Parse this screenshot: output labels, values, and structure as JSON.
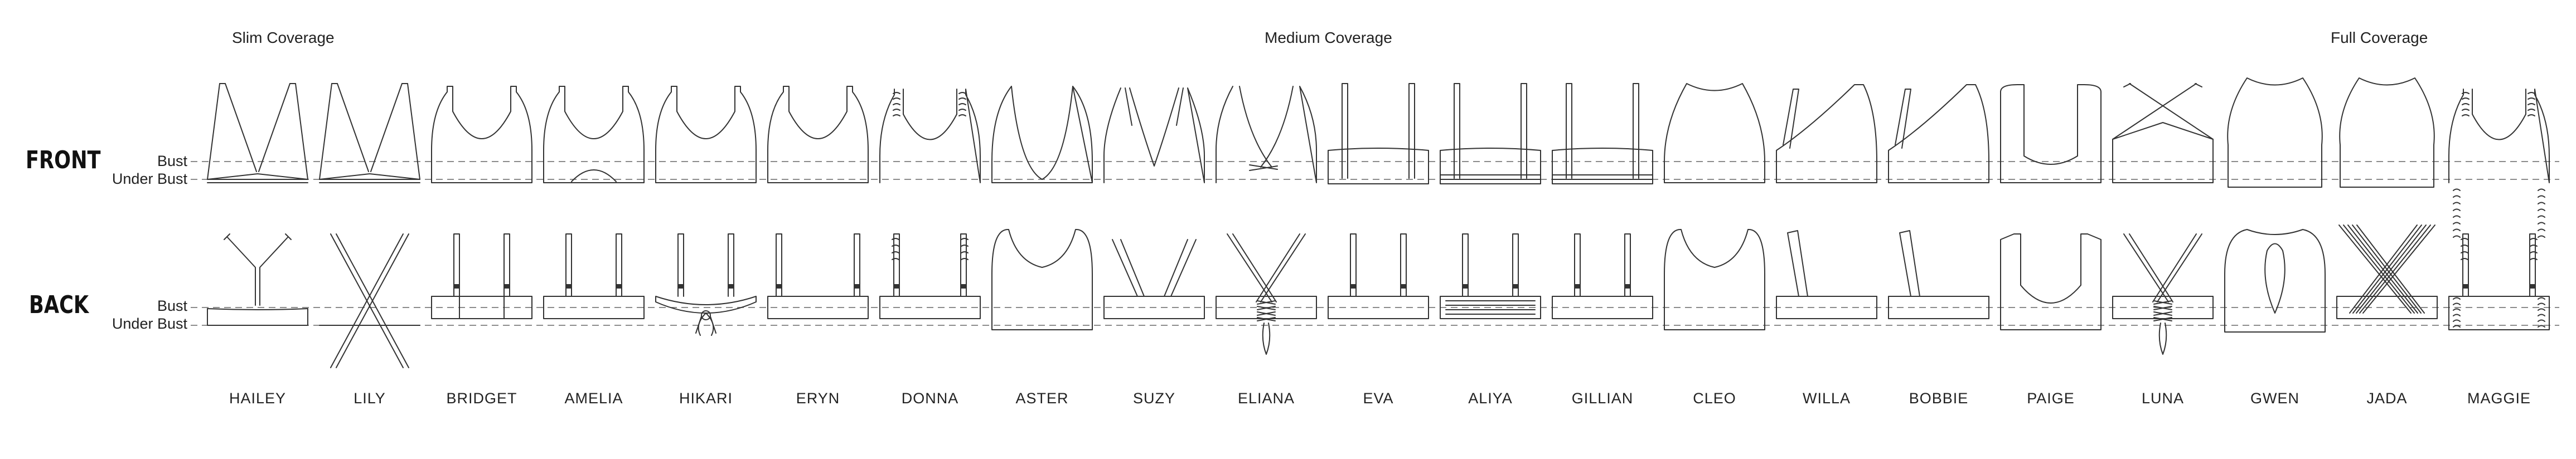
{
  "coverage_labels": [
    "Slim Coverage",
    "Medium Coverage",
    "Full Coverage"
  ],
  "row_labels": {
    "front": "FRONT",
    "back": "BACK"
  },
  "reference_lines": {
    "bust": "Bust",
    "under_bust": "Under Bust"
  },
  "styles": [
    {
      "name": "HAILEY",
      "front": "triangle",
      "back": "yback"
    },
    {
      "name": "LILY",
      "front": "triangle",
      "back": "crossx"
    },
    {
      "name": "BRIDGET",
      "front": "scoop",
      "back": "straps_panel"
    },
    {
      "name": "AMELIA",
      "front": "scoop_cut",
      "back": "straps"
    },
    {
      "name": "HIKARI",
      "front": "scoop",
      "back": "tie"
    },
    {
      "name": "ERYN",
      "front": "scoop",
      "back": "straps_wide"
    },
    {
      "name": "DONNA",
      "front": "ruched",
      "back": "ruched"
    },
    {
      "name": "ASTER",
      "front": "halter",
      "back": "round"
    },
    {
      "name": "SUZY",
      "front": "double",
      "back": "double"
    },
    {
      "name": "ELIANA",
      "front": "cross",
      "back": "lace"
    },
    {
      "name": "EVA",
      "front": "bandeau",
      "back": "straps"
    },
    {
      "name": "ALIYA",
      "front": "bandeau_band",
      "back": "banded"
    },
    {
      "name": "GILLIAN",
      "front": "bandeau_band",
      "back": "straps"
    },
    {
      "name": "CLEO",
      "front": "highneck",
      "back": "round"
    },
    {
      "name": "WILLA",
      "front": "oneshoulder",
      "back": "wide"
    },
    {
      "name": "BOBBIE",
      "front": "oneshoulder",
      "back": "wide"
    },
    {
      "name": "PAIGE",
      "front": "square",
      "back": "u"
    },
    {
      "name": "LUNA",
      "front": "crossneck",
      "back": "lace"
    },
    {
      "name": "GWEN",
      "front": "tank",
      "back": "keyhole"
    },
    {
      "name": "JADA",
      "front": "tank",
      "back": "multicross"
    },
    {
      "name": "MAGGIE",
      "front": "ruched_long",
      "back": "ruched_long"
    }
  ]
}
